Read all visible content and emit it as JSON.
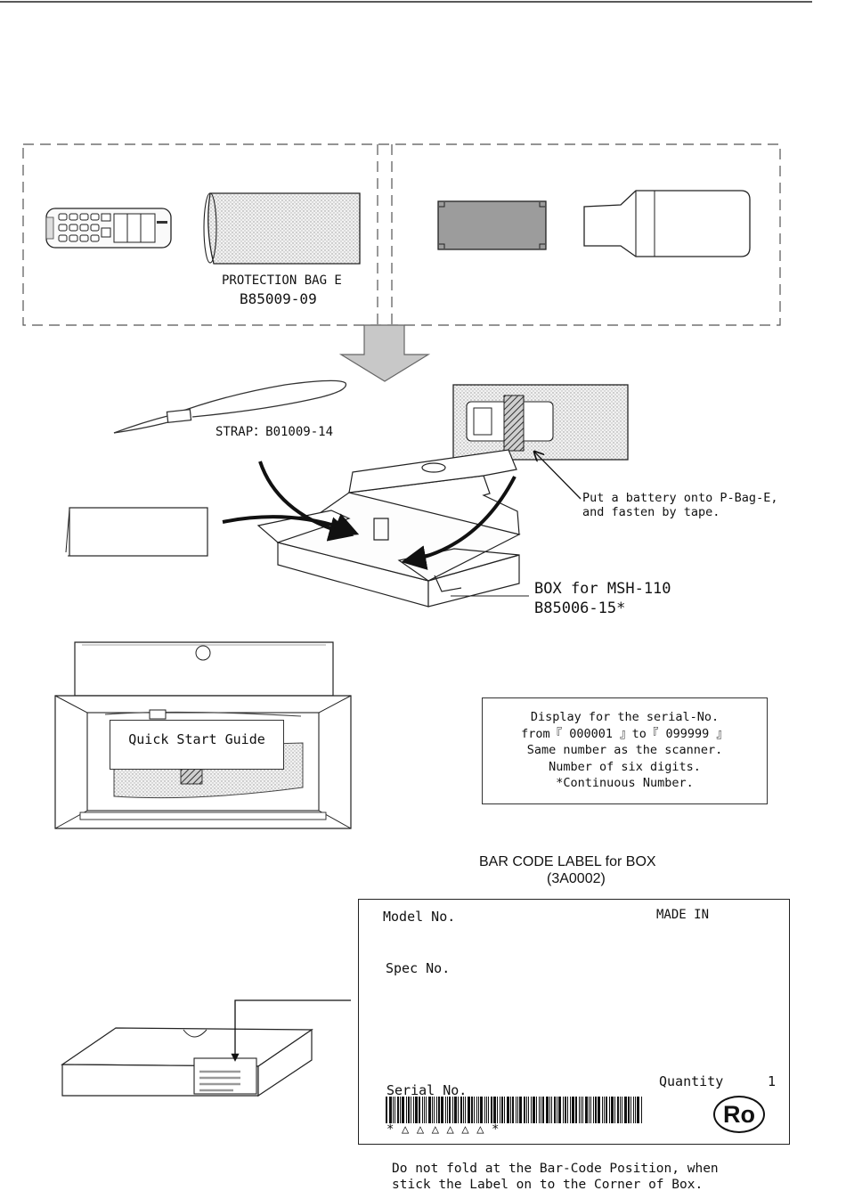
{
  "labels": {
    "protection_bag_name": "PROTECTION BAG E",
    "protection_bag_code": "B85009-09",
    "strap": "STRAP：B01009-14",
    "battery_note_1": "Put a battery onto P-Bag-E,",
    "battery_note_2": "and fasten by tape.",
    "box_name": "BOX for MSH-110",
    "box_code": "B85006-15*",
    "quick_start_guide": "Quick Start Guide"
  },
  "serial_display": {
    "lines": [
      "Display for the serial-No.",
      "from『 000001 』to『 099999 』",
      "Same number as the scanner.",
      "Number of six digits.",
      "*Continuous Number."
    ]
  },
  "barcode_label": {
    "title": "BAR CODE LABEL for BOX",
    "code": "(3A0002)",
    "model_no": "Model No.",
    "made_in": "MADE IN",
    "spec_no": "Spec No.",
    "quantity_label": "Quantity",
    "quantity_value": "1",
    "serial_no": "Serial No.",
    "barcode_caption": "* △ △ △ △ △ △ *",
    "badge": "Ro"
  },
  "footer_note": {
    "line_1": "Do not fold at the Bar-Code Position, when",
    "line_2": "stick the Label on to the Corner of Box."
  }
}
